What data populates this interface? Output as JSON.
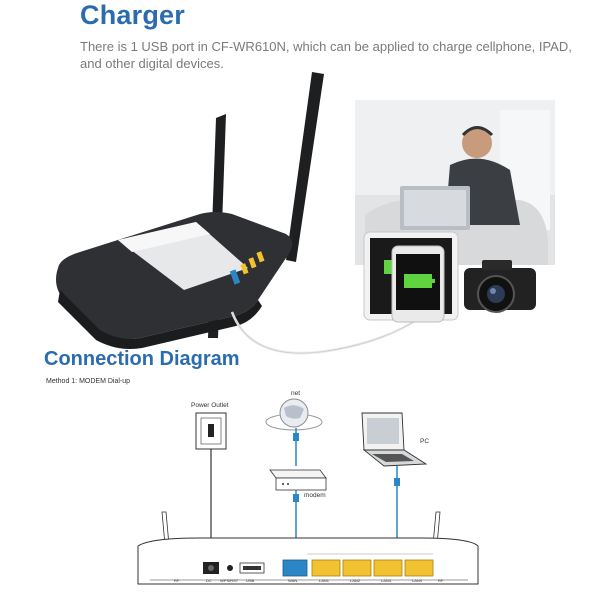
{
  "charger": {
    "title": "Charger",
    "description": "There is 1 USB port in CF-WR610N, which can be applied to charge cellphone, IPAD, and other digital devices."
  },
  "diagram": {
    "title": "Connection Diagram",
    "method": "Method 1: MODEM Dial-up",
    "labels": {
      "power_outlet": "Power Outlet",
      "net": "net",
      "modem": "modem",
      "pc": "PC"
    },
    "ports": [
      "DC",
      "WPS/RST",
      "USB",
      "WAN",
      "LAN1",
      "LAN2",
      "LAN3",
      "LAN4"
    ],
    "antenna_marks": [
      "RF",
      "RF"
    ]
  },
  "colors": {
    "heading": "#2b6cb0",
    "cable_blue": "#2b86c5",
    "lan_yellow": "#f2c230",
    "wan_blue": "#2b86c5",
    "router_body": "#2e3033"
  }
}
